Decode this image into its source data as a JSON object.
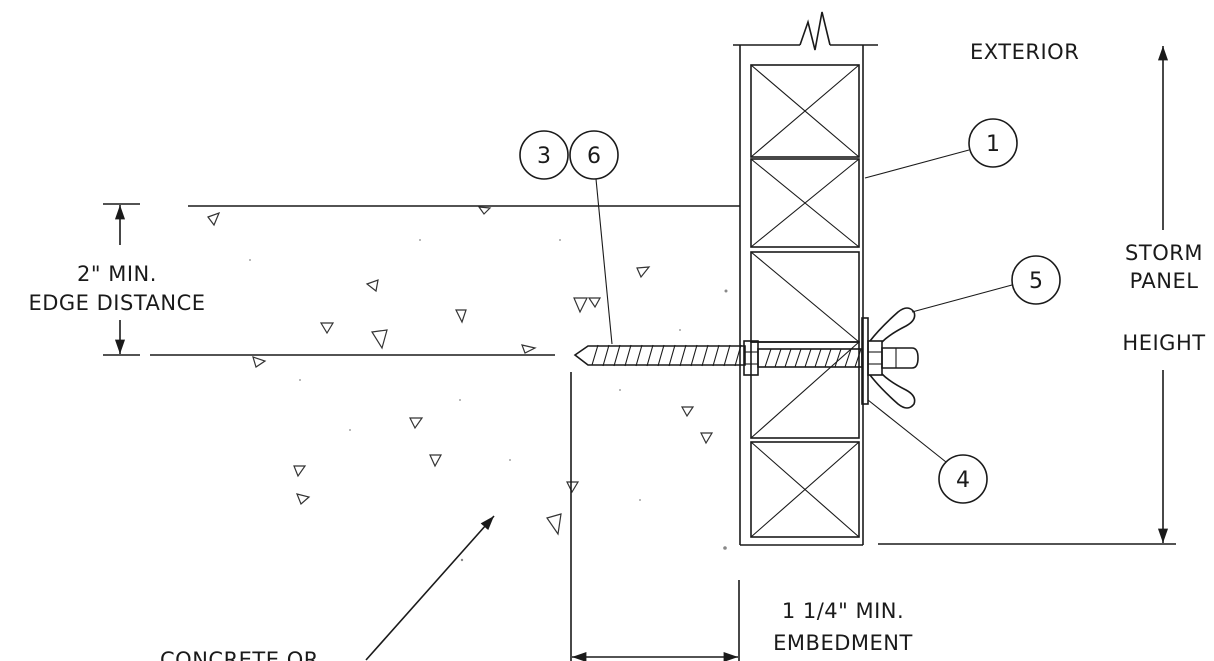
{
  "labels": {
    "exterior": "EXTERIOR",
    "edge_line1": "2\" MIN.",
    "edge_line2": "EDGE DISTANCE",
    "storm_line1": "STORM",
    "storm_line2": "PANEL",
    "storm_line3": "HEIGHT",
    "embed_line1": "1 1/4\" MIN.",
    "embed_line2": "EMBEDMENT",
    "concrete": "CONCRETE OR"
  },
  "callouts": [
    "1",
    "3",
    "4",
    "5",
    "6"
  ],
  "colors": {
    "ink": "#1a1a1a",
    "background": "#ffffff"
  }
}
